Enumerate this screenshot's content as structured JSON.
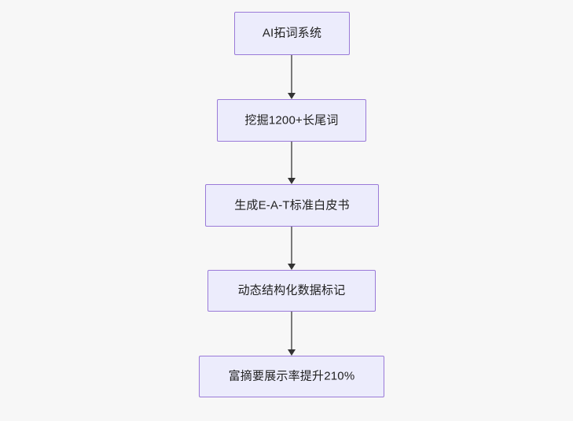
{
  "diagram": {
    "type": "flowchart",
    "direction": "top-to-bottom",
    "background_color": "#f7f7f7",
    "node_fill_color": "#ececfc",
    "node_border_color": "#9a7ad8",
    "text_color": "#1f1f1f",
    "connector_color": "#7a7a7a",
    "arrowhead_color": "#333333",
    "nodes": [
      {
        "id": "node-1",
        "label": "AI拓词系统"
      },
      {
        "id": "node-2",
        "label": "挖掘1200+长尾词"
      },
      {
        "id": "node-3",
        "label": "生成E-A-T标准白皮书"
      },
      {
        "id": "node-4",
        "label": "动态结构化数据标记"
      },
      {
        "id": "node-5",
        "label": "富摘要展示率提升210%"
      }
    ],
    "edges": [
      {
        "id": "edge-1",
        "from": "node-1",
        "to": "node-2",
        "label": ""
      },
      {
        "id": "edge-2",
        "from": "node-2",
        "to": "node-3",
        "label": ""
      },
      {
        "id": "edge-3",
        "from": "node-3",
        "to": "node-4",
        "label": ""
      },
      {
        "id": "edge-4",
        "from": "node-4",
        "to": "node-5",
        "label": ""
      }
    ]
  }
}
